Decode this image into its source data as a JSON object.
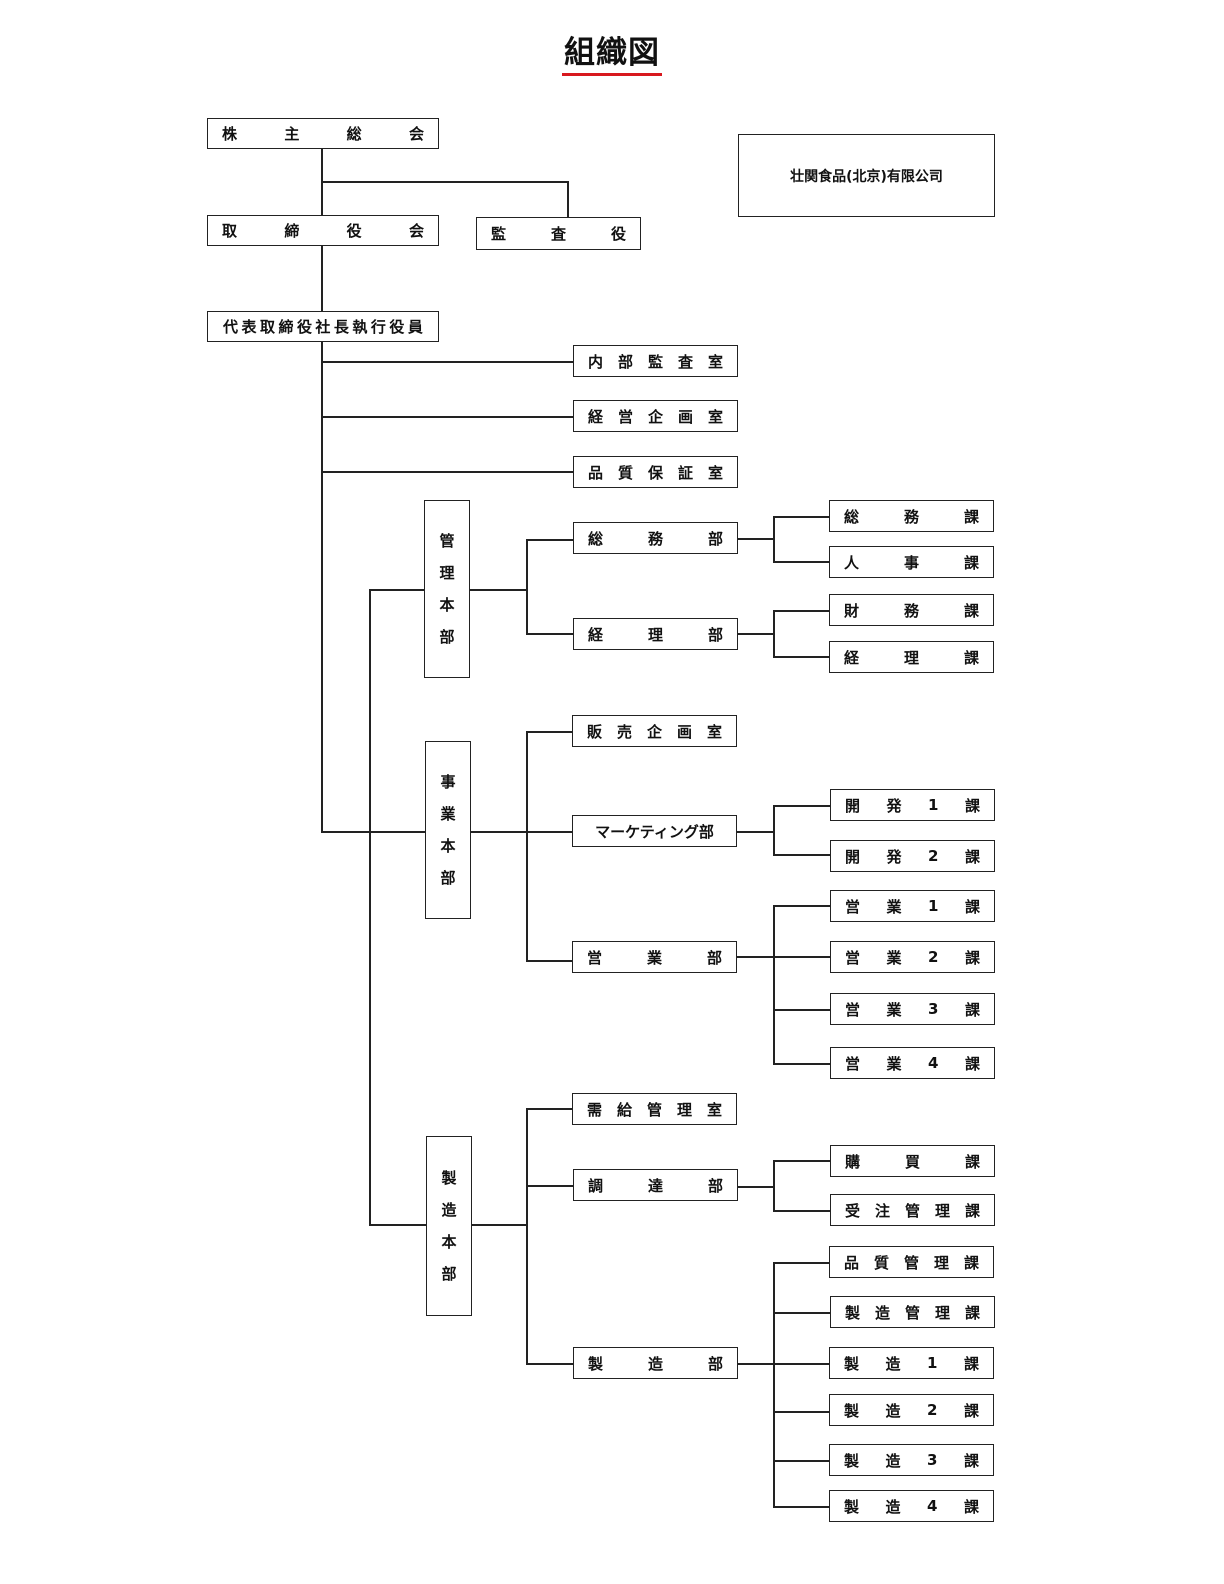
{
  "title": "組織図",
  "company": "壮関食品(北京)有限公司",
  "top": {
    "shareholders": [
      "株",
      "主",
      "総",
      "会"
    ],
    "board": [
      "取",
      "締",
      "役",
      "会"
    ],
    "auditor": [
      "監",
      "査",
      "役"
    ],
    "ceo": [
      "代",
      "表",
      "取",
      "締",
      "役",
      "社",
      "長",
      "執",
      "行",
      "役",
      "員"
    ]
  },
  "offices": {
    "internal_audit": [
      "内",
      "部",
      "監",
      "査",
      "室"
    ],
    "corporate_planning": [
      "経",
      "営",
      "企",
      "画",
      "室"
    ],
    "quality_assurance": [
      "品",
      "質",
      "保",
      "証",
      "室"
    ]
  },
  "admin": {
    "hq": [
      "管",
      "理",
      "本",
      "部"
    ],
    "general_affairs": {
      "label": [
        "総",
        "務",
        "部"
      ],
      "sections": [
        [
          "総",
          "務",
          "課"
        ],
        [
          "人",
          "事",
          "課"
        ]
      ]
    },
    "accounting": {
      "label": [
        "経",
        "理",
        "部"
      ],
      "sections": [
        [
          "財",
          "務",
          "課"
        ],
        [
          "経",
          "理",
          "課"
        ]
      ]
    }
  },
  "business": {
    "hq": [
      "事",
      "業",
      "本",
      "部"
    ],
    "sales_planning": [
      "販",
      "売",
      "企",
      "画",
      "室"
    ],
    "marketing": {
      "label": [
        "マーケティング部"
      ],
      "sections": [
        [
          "開",
          "発",
          "1",
          "課"
        ],
        [
          "開",
          "発",
          "2",
          "課"
        ]
      ]
    },
    "sales": {
      "label": [
        "営",
        "業",
        "部"
      ],
      "sections": [
        [
          "営",
          "業",
          "1",
          "課"
        ],
        [
          "営",
          "業",
          "2",
          "課"
        ],
        [
          "営",
          "業",
          "3",
          "課"
        ],
        [
          "営",
          "業",
          "4",
          "課"
        ]
      ]
    }
  },
  "manufacturing": {
    "hq": [
      "製",
      "造",
      "本",
      "部"
    ],
    "supply_demand": [
      "需",
      "給",
      "管",
      "理",
      "室"
    ],
    "procurement": {
      "label": [
        "調",
        "達",
        "部"
      ],
      "sections": [
        [
          "購",
          "買",
          "課"
        ],
        [
          "受",
          "注",
          "管",
          "理",
          "課"
        ]
      ]
    },
    "production": {
      "label": [
        "製",
        "造",
        "部"
      ],
      "sections": [
        [
          "品",
          "質",
          "管",
          "理",
          "課"
        ],
        [
          "製",
          "造",
          "管",
          "理",
          "課"
        ],
        [
          "製",
          "造",
          "1",
          "課"
        ],
        [
          "製",
          "造",
          "2",
          "課"
        ],
        [
          "製",
          "造",
          "3",
          "課"
        ],
        [
          "製",
          "造",
          "4",
          "課"
        ]
      ]
    }
  }
}
